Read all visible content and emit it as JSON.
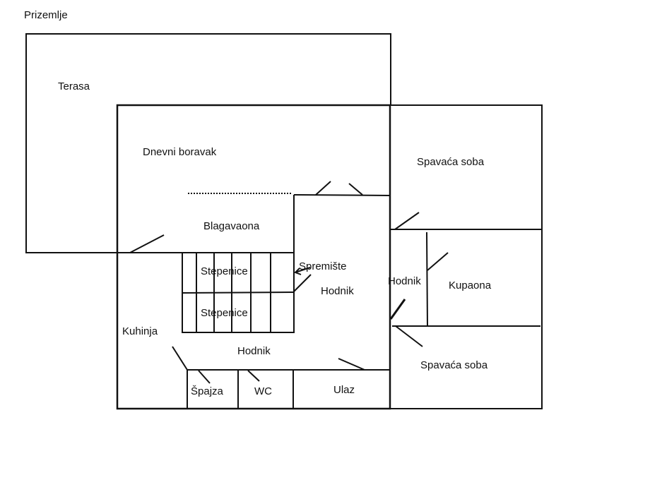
{
  "title": "Prizemlje",
  "rooms": {
    "terasa": "Terasa",
    "dnevni_boravak": "Dnevni boravak",
    "blagavaona": "Blagavaona",
    "stepenice_1": "Stepenice",
    "stepenice_2": "Stepenice",
    "spremiste": "Spremište",
    "hodnik_center": "Hodnik",
    "hodnik_bottom": "Hodnik",
    "hodnik_right": "Hodnik",
    "kuhinja": "Kuhinja",
    "spajza": "Špajza",
    "wc": "WC",
    "ulaz": "Ulaz",
    "spavaca_soba_top": "Spavaća soba",
    "kupaona": "Kupaona",
    "spavaca_soba_bottom": "Spavaća soba"
  }
}
